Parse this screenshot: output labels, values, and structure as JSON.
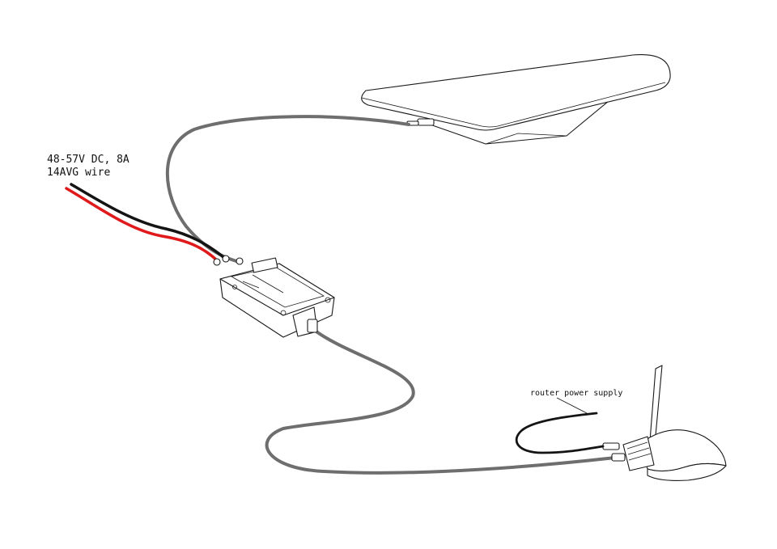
{
  "labels": {
    "power_input_line1": "48-57V DC, 8A",
    "power_input_line2": "14AVG wire",
    "router_power": "router power supply"
  },
  "colors": {
    "cable": "#6e6e6e",
    "wire_positive": "#e0191b",
    "wire_negative": "#141414",
    "outline": "#1a1a1a",
    "background": "#ffffff"
  },
  "components": [
    "satellite-dish",
    "power-supply-unit",
    "router",
    "dc-power-wires",
    "router-power-cable"
  ]
}
